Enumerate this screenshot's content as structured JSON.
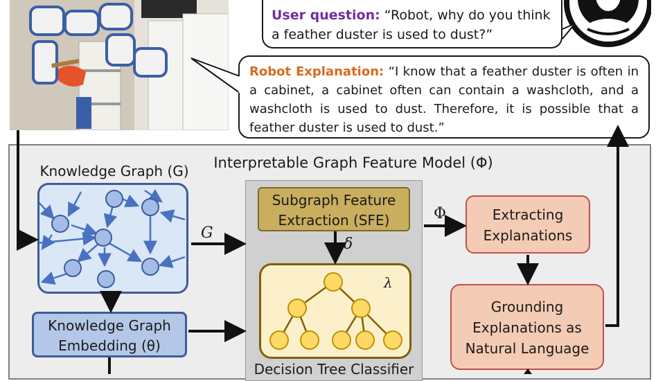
{
  "user_bubble": {
    "label": "User question:",
    "text": " “Robot, why do you think a feather duster is used to dust?”"
  },
  "robot_bubble": {
    "label": "Robot Explanation:",
    "text": " “I know that a feather duster is often in a cabinet, a cabinet often can contain a washcloth, and a washcloth is used to dust. Therefore, it is possible that a feather duster is used to dust.”"
  },
  "model": {
    "title": "Interpretable Graph Feature Model (Φ)"
  },
  "knowledge_graph": {
    "title": "Knowledge Graph (G)"
  },
  "kg_embedding": {
    "label": "Knowledge Graph Embedding (θ)"
  },
  "sfe": {
    "label": "Subgraph Feature Extraction (SFE)"
  },
  "decision_tree": {
    "label": "Decision Tree Classifier"
  },
  "extracting": {
    "label": "Extracting Explanations"
  },
  "grounding": {
    "label": "Grounding Explanations as Natural Language"
  },
  "symbols": {
    "g": "G",
    "delta": "δ",
    "lambda": "λ",
    "phi": "Φ"
  },
  "colors": {
    "user_label": "#7030a0",
    "robot_label": "#d86a1f",
    "kg_border": "#3e5b9c",
    "kg_fill": "#d9e7f7",
    "node_fill": "#a4bde6",
    "tree_node": "#ffd966",
    "sfe_fill": "#c9ae5d",
    "explain_fill": "#f4cbb4"
  },
  "icons": [
    "robot-arm-photo",
    "user-avatar-icon"
  ]
}
